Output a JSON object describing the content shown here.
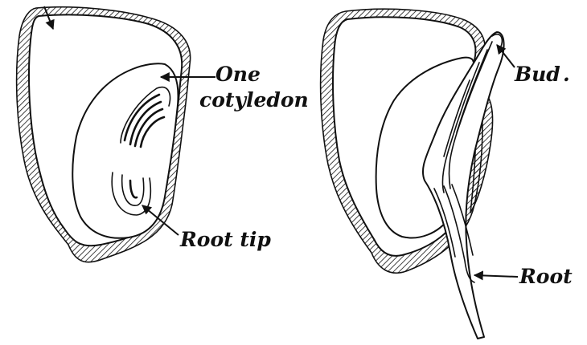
{
  "labels": {
    "one": "One",
    "cotyledon": "cotyledon",
    "root_tip": "Root tip",
    "bud": "Bud",
    "bud_dot": ".",
    "root": "Root"
  },
  "colors": {
    "ink": "#111111",
    "background": "#ffffff"
  }
}
